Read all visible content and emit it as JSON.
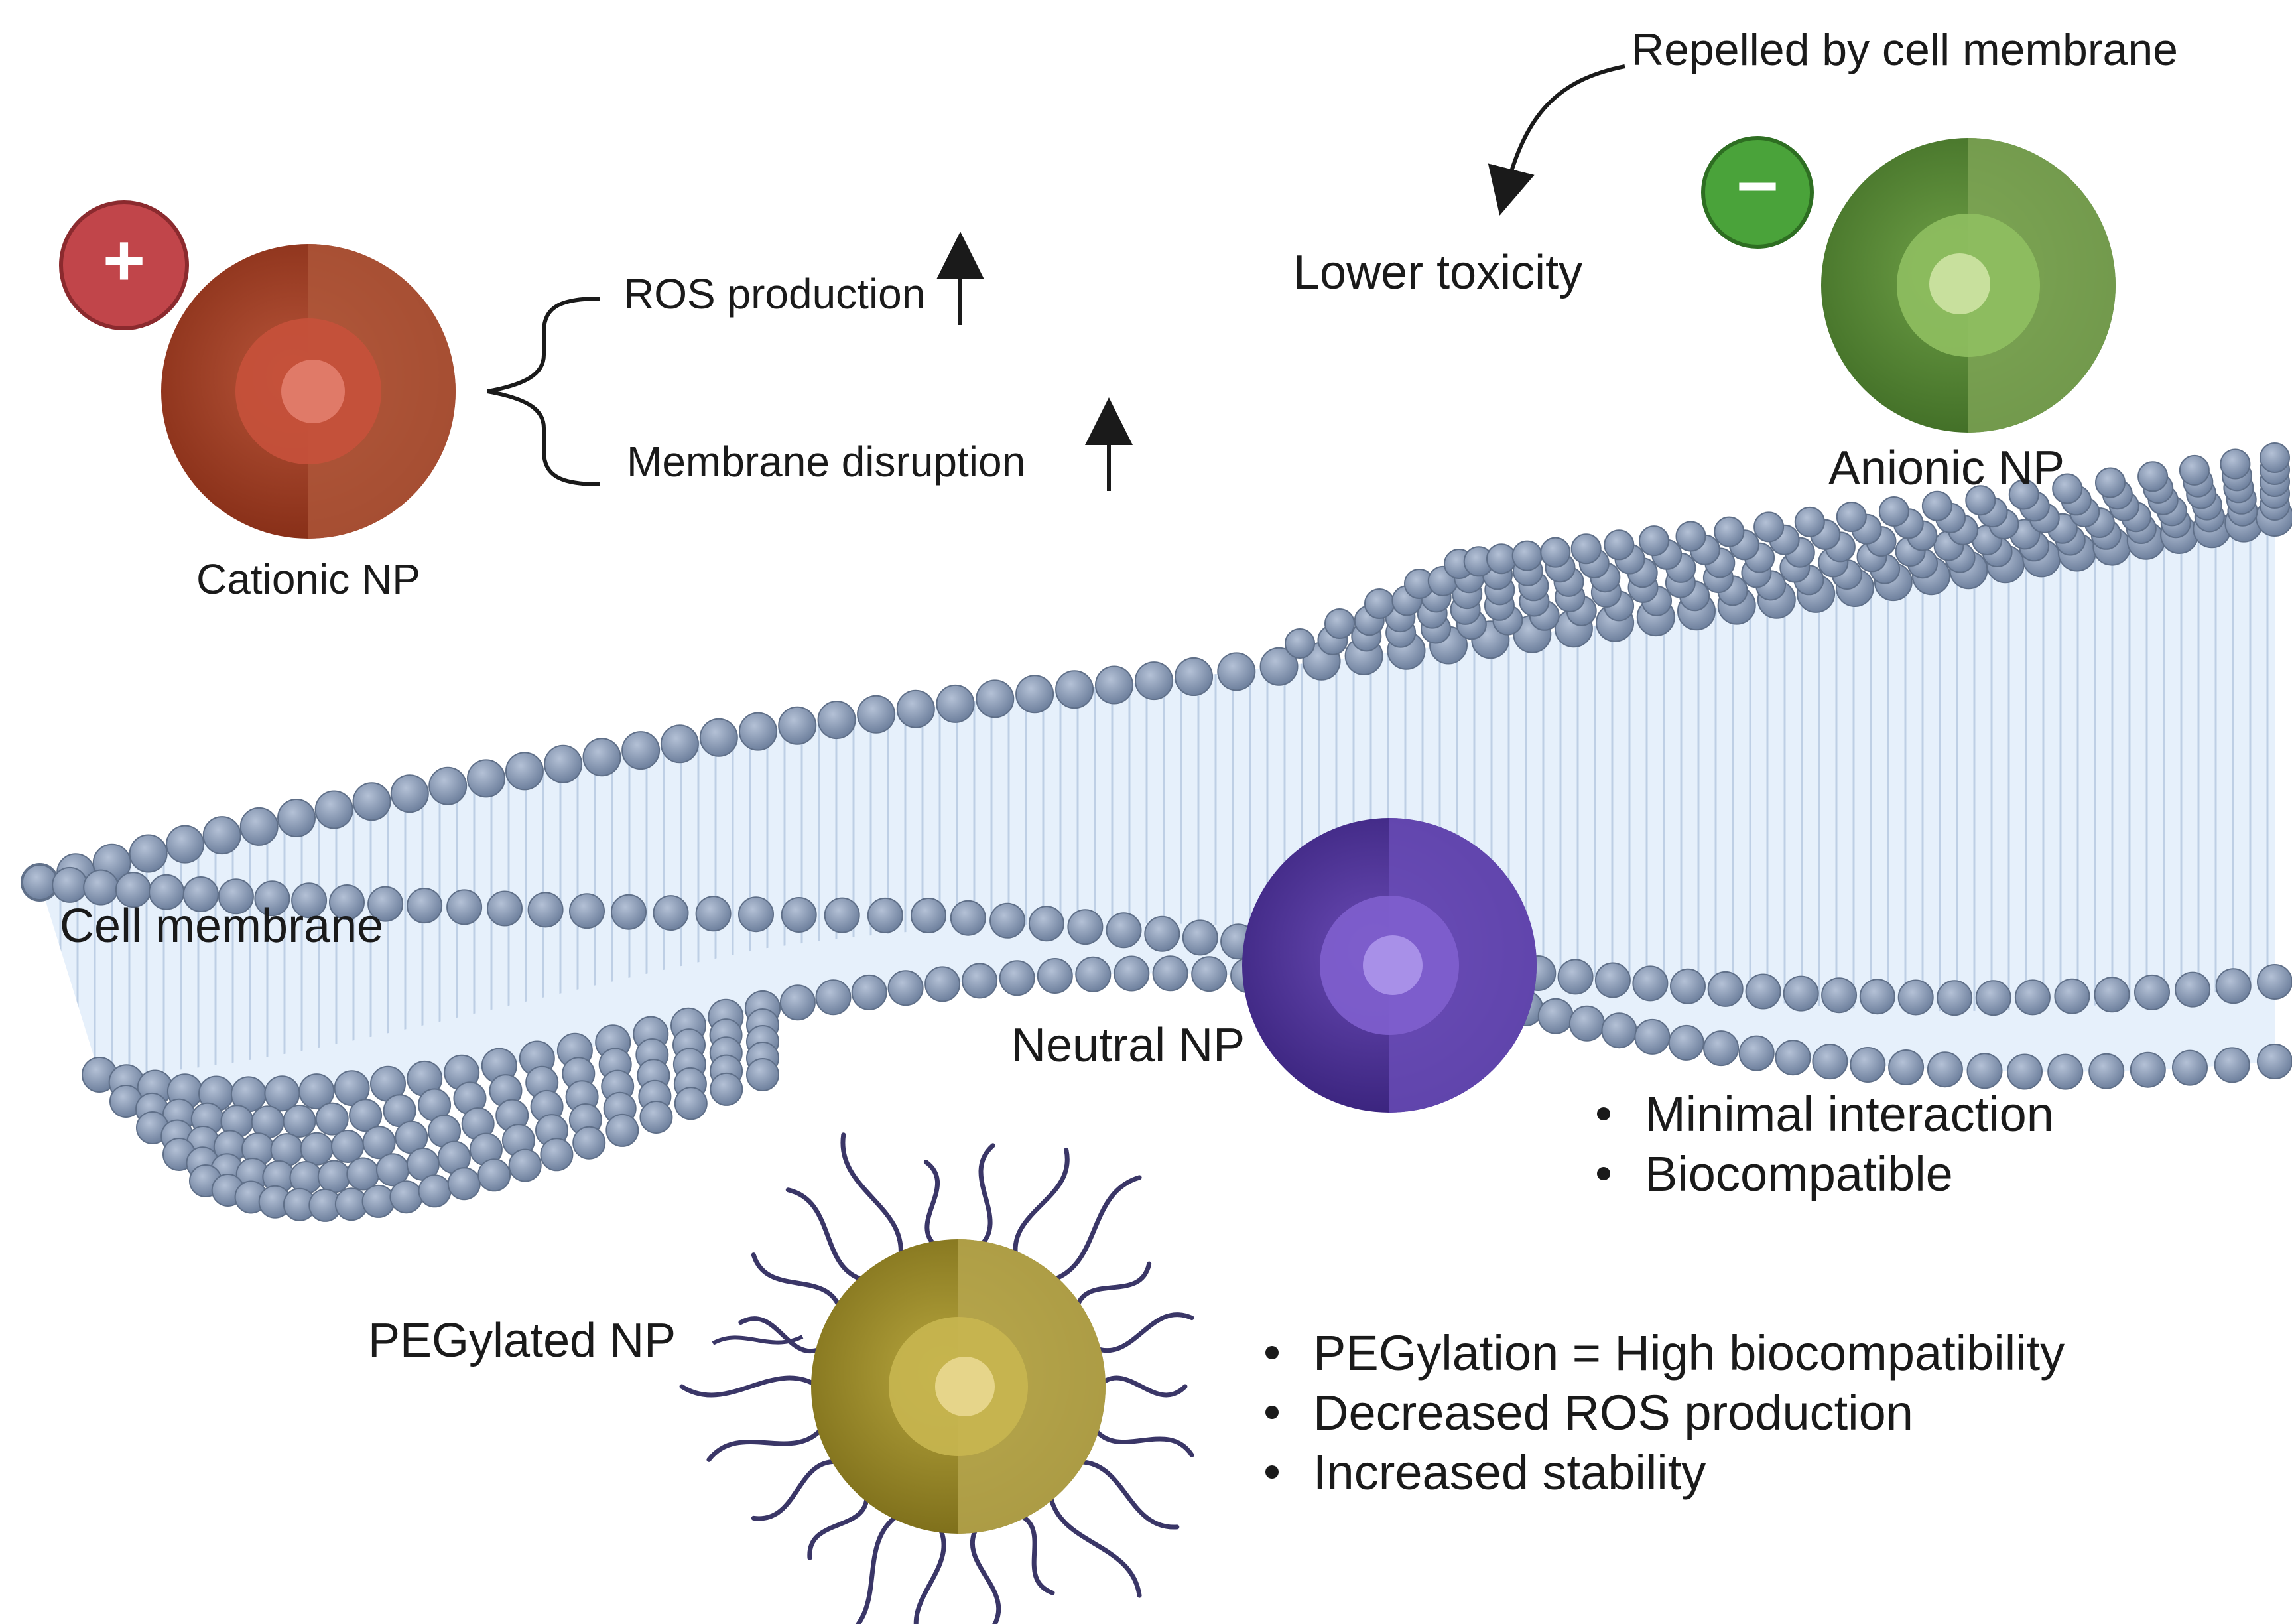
{
  "membrane": {
    "label": "Cell membrane",
    "head_color": "#8a9bb5",
    "tail_color": "#b9cbe3",
    "fill_color": "#e3eefa"
  },
  "cationic": {
    "label": "Cationic NP",
    "charge_symbol": "+",
    "charge_color": "#c1454a",
    "shell_color": "#9a3a22",
    "effects": {
      "ros": "ROS production",
      "membrane": "Membrane disruption",
      "trend_symbol": "↑"
    }
  },
  "anionic": {
    "label": "Anionic NP",
    "charge_symbol": "−",
    "charge_color": "#4aa33a",
    "shell_color": "#5a8a36",
    "repelled": "Repelled by cell membrane",
    "lower_toxicity": "Lower toxicity"
  },
  "neutral": {
    "label": "Neutral NP",
    "shell_color": "#4b2f93",
    "notes": [
      "Minimal interaction",
      "Biocompatible"
    ]
  },
  "pegylated": {
    "label": "PEGylated NP",
    "shell_color": "#9a8a2a",
    "peg_color": "#3a3667",
    "notes": [
      "PEGylation = High biocompatibility",
      "Decreased ROS production",
      "Increased stability"
    ]
  }
}
